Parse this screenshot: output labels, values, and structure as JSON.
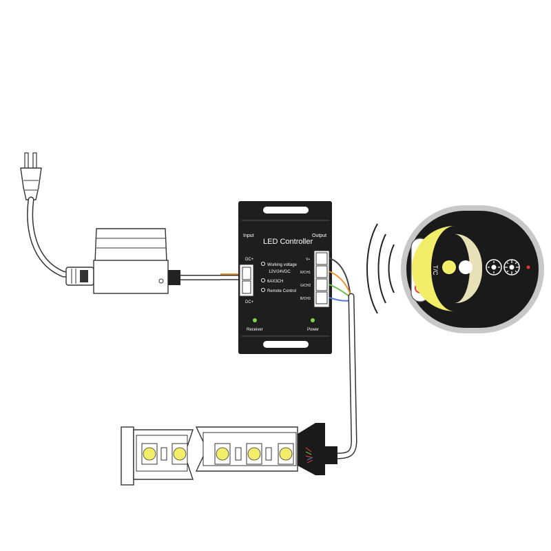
{
  "controller": {
    "title": "LED Controller",
    "input_label": "Input",
    "output_label": "Output",
    "dc_plus": "DC+",
    "dc_minus": "DC+",
    "specs": [
      "Working voltage",
      "12V/24VDC",
      "6AX3CH",
      "Remote Control"
    ],
    "outputs": [
      "V+",
      "R/CH1",
      "G/CH2",
      "B/CH3"
    ],
    "receiver_label": "Receiver",
    "power_label": "Power"
  },
  "remote": {
    "logo": "T/C"
  },
  "colors": {
    "controller_body": "#1e1e1e",
    "remote_body": "#1a1a1a",
    "led_yellow": "#f2ee6a",
    "warm_white": "#fff6c8",
    "indicator_green": "#7fd64a",
    "indicator_red": "#e8352b",
    "wire_orange": "#f0922b",
    "wire_green": "#6dbf4a",
    "wire_blue": "#5a76d6",
    "wire_red": "#d43a2f"
  },
  "icons": [
    "power-plug-icon",
    "power-adapter-icon",
    "led-controller-icon",
    "wireless-signal-icon",
    "remote-control-icon",
    "led-strip-icon"
  ]
}
